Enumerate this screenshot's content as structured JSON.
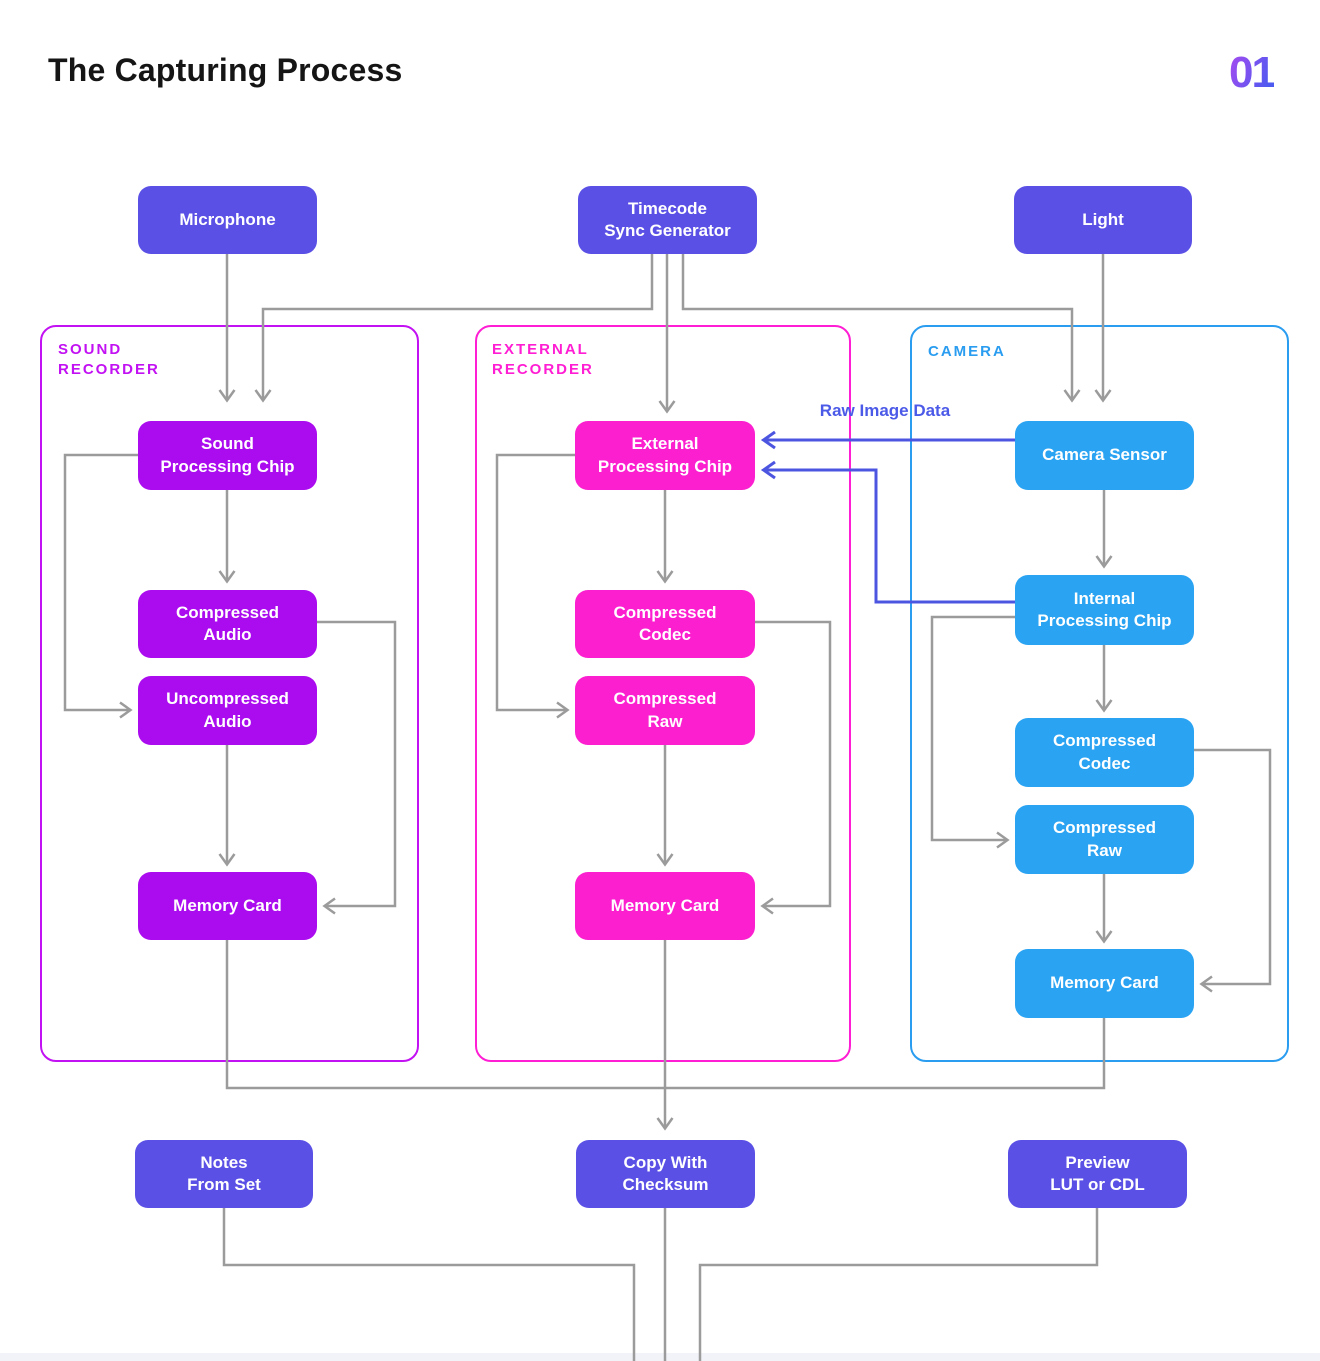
{
  "header": {
    "title": "The Capturing Process",
    "logo": "01"
  },
  "colors": {
    "indigo": "#5b50e6",
    "purple": "#ab0bef",
    "purple_border": "#c211f2",
    "pink": "#fb1fd0",
    "pink_border": "#ff1ed3",
    "blue": "#29a3f2",
    "blue_border": "#2a9df0",
    "line_gray": "#9b9b9b",
    "data_line": "#4c55e0",
    "data_label": "#4c5ae8",
    "footer_band": "#f2f3f8"
  },
  "top_nodes": {
    "microphone": "Microphone",
    "timecode": "Timecode\nSync Generator",
    "light": "Light"
  },
  "groups": {
    "sound": {
      "label": "SOUND\nRECORDER",
      "nodes": {
        "chip": "Sound\nProcessing Chip",
        "compressed_audio": "Compressed\nAudio",
        "uncompressed_audio": "Uncompressed\nAudio",
        "memory": "Memory Card"
      }
    },
    "external": {
      "label": "EXTERNAL\nRECORDER",
      "nodes": {
        "chip": "External\nProcessing Chip",
        "compressed_codec": "Compressed\nCodec",
        "compressed_raw": "Compressed\nRaw",
        "memory": "Memory Card"
      }
    },
    "camera": {
      "label": "CAMERA",
      "nodes": {
        "sensor": "Camera Sensor",
        "chip": "Internal\nProcessing Chip",
        "compressed_codec": "Compressed\nCodec",
        "compressed_raw": "Compressed\nRaw",
        "memory": "Memory Card"
      }
    }
  },
  "annotations": {
    "raw_image_data": "Raw Image Data"
  },
  "bottom_nodes": {
    "notes": "Notes\nFrom Set",
    "copy": "Copy With\nChecksum",
    "preview": "Preview\nLUT or CDL"
  }
}
